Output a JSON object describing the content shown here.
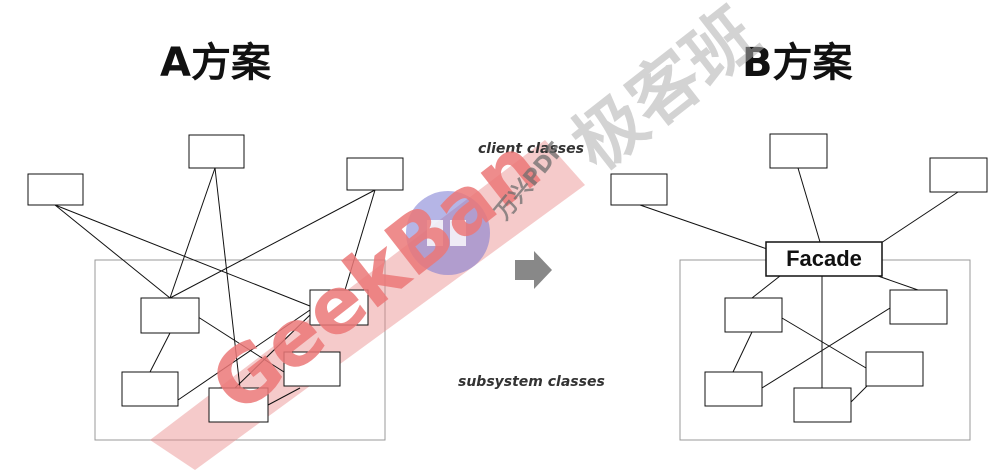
{
  "left_title": "A方案",
  "right_title": "B方案",
  "client_label": "client classes",
  "subsystem_label": "subsystem classes",
  "facade_label": "Facade",
  "watermark": {
    "left_text": "GeekBan",
    "right_text": "极客班",
    "small_text": "万兴PDF"
  },
  "colors": {
    "watermark_band": "#e88a8a",
    "arrow": "#888888",
    "frame": "#999999",
    "lines": "#111111"
  }
}
